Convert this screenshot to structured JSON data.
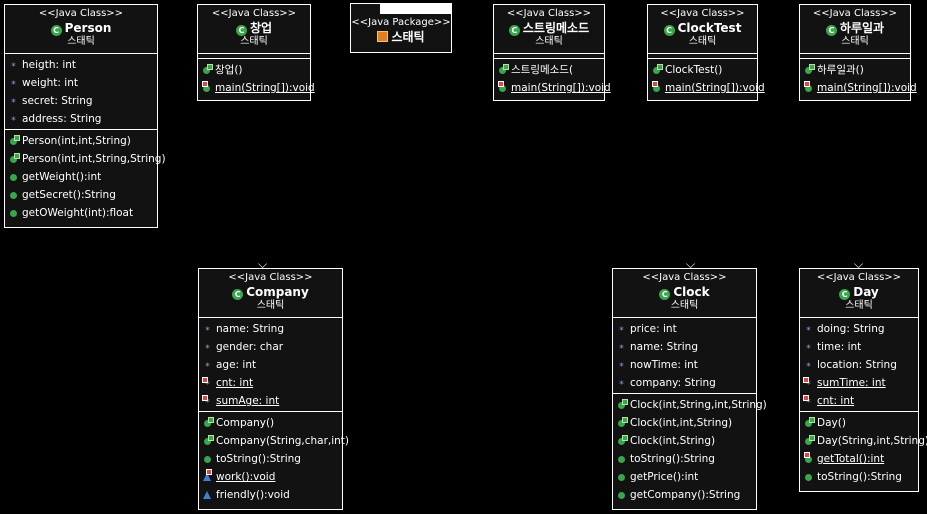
{
  "stereotype_class": "<<Java Class>>",
  "stereotype_package": "<<Java Package>>",
  "class_icon": "C",
  "package": {
    "name": "스태틱",
    "icon": "package-icon"
  },
  "person": {
    "name": "Person",
    "pkg": "스태틱",
    "fields": [
      "heigth: int",
      "weight: int",
      "secret: String",
      "address: String"
    ],
    "methods": [
      "Person(int,int,String)",
      "Person(int,int,String,String)",
      "getWeight():int",
      "getSecret():String",
      "getOWeight(int):float"
    ]
  },
  "changeop": {
    "name": "창업",
    "pkg": "스태틱",
    "methods": [
      "창업()",
      "main(String[]):void"
    ]
  },
  "stringmethod": {
    "name": "스트링메소드",
    "pkg": "스태틱",
    "methods": [
      "스트링메소드(",
      "main(String[]):void"
    ]
  },
  "clocktest": {
    "name": "ClockTest",
    "pkg": "스태틱",
    "methods": [
      "ClockTest()",
      "main(String[]):void"
    ]
  },
  "dailyroutine": {
    "name": "하루일과",
    "pkg": "스태틱",
    "methods": [
      "하루일과()",
      "main(String[]):void"
    ]
  },
  "company": {
    "name": "Company",
    "pkg": "스태틱",
    "fields": [
      "name: String",
      "gender: char",
      "age: int",
      "cnt: int",
      "sumAge: int"
    ],
    "methods": [
      "Company()",
      "Company(String,char,int)",
      "toString():String",
      "work():void",
      "friendly():void"
    ]
  },
  "clock": {
    "name": "Clock",
    "pkg": "스태틱",
    "fields": [
      "price: int",
      "name: String",
      "nowTime: int",
      "company: String"
    ],
    "methods": [
      "Clock(int,String,int,String)",
      "Clock(int,int,String)",
      "Clock(int,String)",
      "toString():String",
      "getPrice():int",
      "getCompany():String"
    ]
  },
  "day": {
    "name": "Day",
    "pkg": "스태틱",
    "fields": [
      "doing: String",
      "time: int",
      "location: String",
      "sumTime: int",
      "cnt: int"
    ],
    "methods": [
      "Day()",
      "Day(String,int,String)",
      "getTotal():int",
      "toString():String"
    ]
  }
}
